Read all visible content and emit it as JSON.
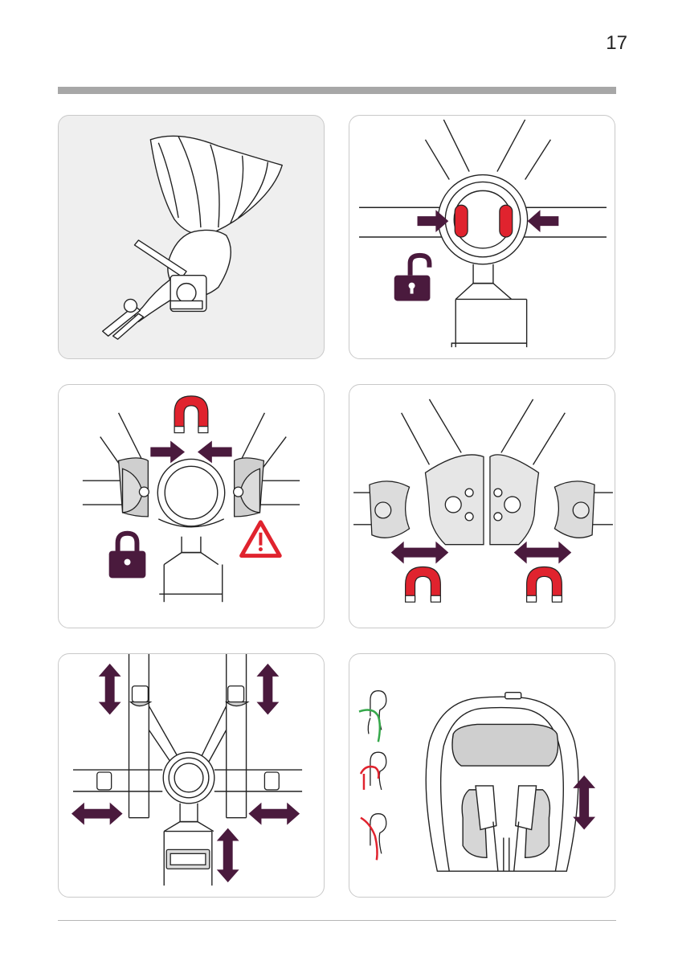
{
  "page": {
    "number": "17"
  },
  "colors": {
    "arrow": "#4a1a3d",
    "magnet": "#e0232e",
    "accent_ok": "#35a84a",
    "panel_bg": "#efefef",
    "rule": "#a7a7a7"
  },
  "panels": [
    {
      "name": "seat-unit",
      "icons": [
        "stroller-seat-illustration"
      ]
    },
    {
      "name": "buckle-release",
      "icons": [
        "squeeze-arrow-icon",
        "unlock-icon"
      ]
    },
    {
      "name": "buckle-attach",
      "icons": [
        "magnet-icon",
        "lock-icon",
        "warning-icon"
      ]
    },
    {
      "name": "buckle-separate",
      "icons": [
        "double-arrow-icon",
        "magnet-icon"
      ]
    },
    {
      "name": "strap-adjust",
      "icons": [
        "vertical-arrow-icon",
        "horizontal-arrow-icon"
      ]
    },
    {
      "name": "shoulder-height",
      "icons": [
        "correct-fit-icon",
        "incorrect-fit-icon",
        "vertical-arrow-icon"
      ]
    }
  ]
}
